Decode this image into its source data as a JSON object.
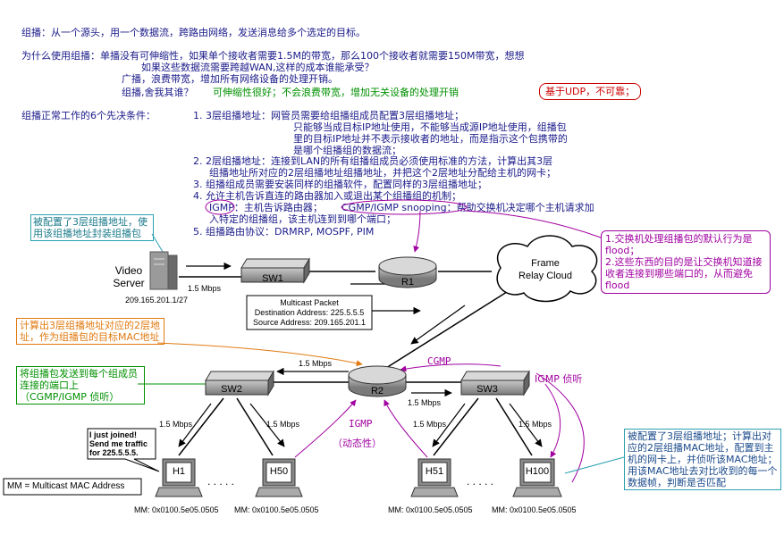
{
  "text": {
    "l1": "组播：从一个源头，用一个数据流，跨路由网络，发送消息给多个选定的目标。",
    "l2a": "为什么使用组播：单播没有可伸缩性，如果单个接收者需要1.5M的带宽，那么100个接收者就需要150M带宽，想想",
    "l2b": "如果这些数据流需要跨越WAN,这样的成本谁能承受？",
    "l3": "广播，浪费带宽，增加所有网络设备的处理开销。",
    "l4a": "组播,舍我其谁？",
    "l4b": "可伸缩性很好；不会浪费带宽，增加无关设备的处理开销",
    "l4c": "基于UDP，不可靠；",
    "c0": "组播正常工作的6个先决条件：",
    "c1a": "1.  3层组播地址：网管员需要给组播组成员配置3层组播地址；",
    "c1b": "只能够当成目标IP地址使用，不能够当成源IP地址使用，组播包",
    "c1c": "里的目标IP地址并不表示接收者的地址，而是指示这个包携带的",
    "c1d": "是哪个组播组的数据流；",
    "c2a": "2.  2层组播地址：连接到LAN的所有组播组成员必须使用标准的方法，计算出其3层",
    "c2b": "组播地址所对应的2层组播地址组播地址，并把这个2层地址分配给主机的网卡；",
    "c3": "3.  组播组成员需要安装同样的组播软件，配置同样的3层组播地址；",
    "c4a": "4.  允许主机告诉直连的路由器加入或退出某个组播组的机制；",
    "c4b1": "IGMP：主机告诉路由器；",
    "c4b2": "CGMP/IGMP snooping：帮助交换机决定哪个主机请求加",
    "c4c": "入特定的组播组，该主机连到到哪个端口；",
    "c5": "5.  组播路由协议：DRMRP, MOSPF, PIM",
    "note_left1": "被配置了3层组播地址，使用该组播地址封装组播包",
    "note_right1": "1.交换机处理组播包的默认行为是flood；\n2.这些东西的目的是让交换机知道接收者连接到哪些端口的，从而避免flood",
    "note_left2": "计算出3层组播地址对应的2层地址，作为组播包的目标MAC地址",
    "note_left3": "将组播包发送到每个组成员连接的端口上（CGMP/IGMP 侦听）",
    "note_right2": "被配置了3层组播地址；计算出对应的2层组播MAC地址，配置到主机的网卡上，并侦听该MAC地址；用该MAC地址去对比收到的每一个数据帧，判断是否匹配",
    "igmp_label": "IGMP",
    "igmp_dyn": "（动态性）",
    "cgmp_label": "CGMP",
    "igmp_listen": "IGMP 侦听"
  },
  "diagram": {
    "server_label": "Video\nServer",
    "server_ip": "209.165.201.1/27",
    "sw1": "SW1",
    "r1": "R1",
    "cloud": "Frame\nRelay Cloud",
    "r2": "R2",
    "sw2": "SW2",
    "sw3": "SW3",
    "h1": "H1",
    "h50": "H50",
    "h51": "H51",
    "h100": "H100",
    "dots": ". . . . .",
    "link_1_5": "1.5 Mbps",
    "packet_title": "Multicast Packet",
    "packet_dst": "Destination Address: 225.5.5.5",
    "packet_src": "Source Address: 209.165.201.1",
    "bubble": "I just joined!\nSend me traffic\nfor 225.5.5.5.",
    "mm_legend": "MM = Multicast MAC Address",
    "mm_value": "MM: 0x0100.5e05.0505"
  },
  "colors": {
    "blue_text": "#1a1a8a",
    "green": "#009000",
    "red": "#cc0000",
    "magenta": "#a000a0",
    "orange": "#e07a10",
    "teal": "#1a7a8a"
  }
}
